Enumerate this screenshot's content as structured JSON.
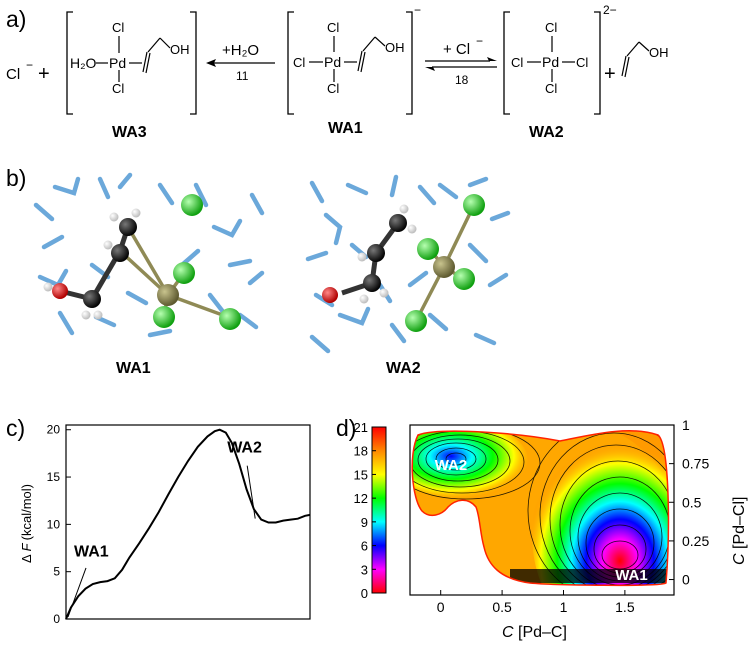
{
  "panel_labels": {
    "a": "a)",
    "b": "b)",
    "c": "c)",
    "d": "d)"
  },
  "scheme": {
    "wa3": {
      "name": "WA3",
      "pd": "Pd",
      "cl_top": "Cl",
      "cl_bottom": "Cl",
      "h2o": "H₂O",
      "oh": "OH",
      "free_cl": "Cl",
      "free_cl_charge": "−"
    },
    "wa1": {
      "name": "WA1",
      "pd": "Pd",
      "cl_left": "Cl",
      "cl_top": "Cl",
      "cl_bottom": "Cl",
      "oh": "OH",
      "charge": "−"
    },
    "wa2": {
      "name": "WA2",
      "pd": "Pd",
      "cl_left": "Cl",
      "cl_right": "Cl",
      "cl_top": "Cl",
      "cl_bottom": "Cl",
      "oh": "OH",
      "charge": "2−"
    },
    "arrow_left": {
      "top": "+H₂O",
      "bottom": "11"
    },
    "arrow_right": {
      "top": "+ Cl",
      "top_charge": "−",
      "bottom": "18"
    },
    "plus": "+"
  },
  "snapshots": {
    "left_label": "WA1",
    "right_label": "WA2"
  },
  "colors": {
    "carbon": "#111111",
    "hydrogen": "#f2f2f2",
    "oxygen": "#dd1111",
    "chlorine": "#22cc22",
    "palladium": "#8f8a55",
    "water": "#5b9fd6",
    "pd_bond": "#8f8a55",
    "contour_edge": "#ff2200",
    "curve": "#000000"
  },
  "chart_data": [
    {
      "type": "line",
      "panel": "c",
      "ylabel_prefix": "Δ",
      "ylabel_var": "F",
      "ylabel_unit": "(kcal/mol)",
      "ylim": [
        0,
        20.5
      ],
      "yticks": [
        0,
        5,
        10,
        15,
        20
      ],
      "xticks": [],
      "annotations": [
        {
          "text": "WA1",
          "x": 0.0,
          "y": 0.0
        },
        {
          "text": "WA2",
          "x": 0.8,
          "y": 10.4
        }
      ],
      "series": [
        {
          "x": [
            0,
            0.02,
            0.05,
            0.08,
            0.11,
            0.14,
            0.17,
            0.2,
            0.23,
            0.26,
            0.3,
            0.34,
            0.38,
            0.42,
            0.46,
            0.5,
            0.54,
            0.58,
            0.61,
            0.63,
            0.655,
            0.68,
            0.71,
            0.74,
            0.77,
            0.8,
            0.83,
            0.86,
            0.89,
            0.92,
            0.95,
            0.98,
            1.0
          ],
          "y": [
            0,
            1.2,
            2.4,
            3.2,
            3.7,
            3.9,
            4.0,
            4.3,
            5.2,
            6.5,
            8.0,
            9.6,
            11.3,
            13.2,
            15.0,
            16.7,
            18.2,
            19.3,
            19.85,
            20.0,
            19.7,
            18.6,
            16.4,
            13.7,
            11.6,
            10.5,
            10.2,
            10.2,
            10.4,
            10.5,
            10.6,
            10.9,
            11.0
          ]
        }
      ]
    },
    {
      "type": "heatmap",
      "panel": "d",
      "xlabel_var": "C",
      "xlabel_unit": " [Pd–C]",
      "ylabel_var": "C",
      "ylabel_unit": " [Pd–Cl]",
      "xticks": [
        0,
        0.5,
        1,
        1.5
      ],
      "yticks": [
        0,
        0.25,
        0.5,
        0.75,
        1
      ],
      "xlim": [
        -0.25,
        1.9
      ],
      "ylim": [
        -0.1,
        1.0
      ],
      "colorbar_ticks": [
        0,
        3,
        6,
        9,
        12,
        15,
        18,
        21
      ],
      "colorbar_range": [
        0,
        21
      ],
      "colorbar_colors": [
        "#ff0000",
        "#ff00ff",
        "#0000ff",
        "#00ffff",
        "#00ff00",
        "#ffff00",
        "#ff8800",
        "#ff0000"
      ],
      "annotations": [
        {
          "text": "WA2",
          "x": 0.0,
          "y": 0.74
        },
        {
          "text": "WA1",
          "x": 1.47,
          "y": 0.03
        }
      ]
    }
  ]
}
